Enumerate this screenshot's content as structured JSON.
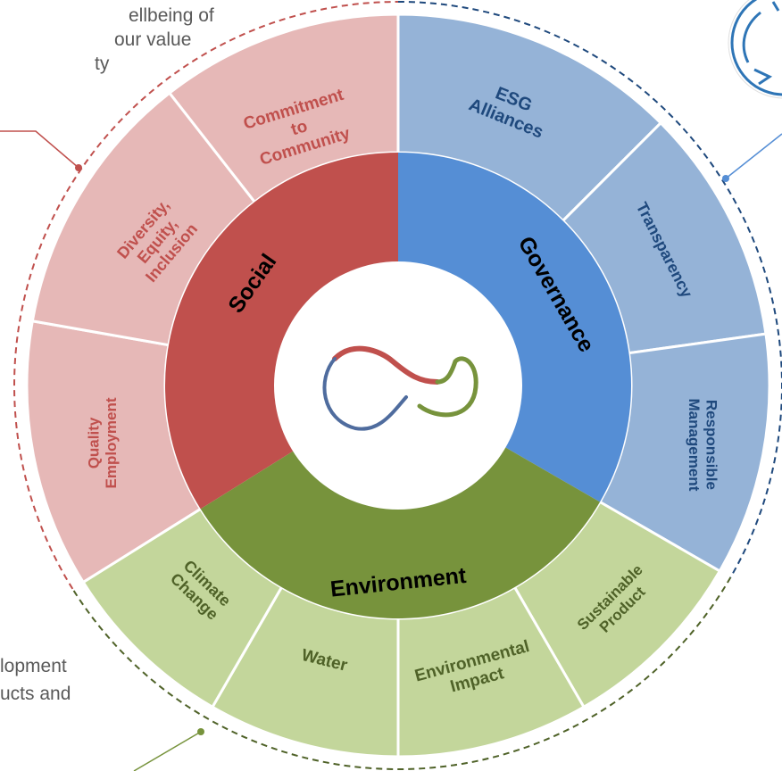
{
  "side_text": {
    "top_left": [
      "ellbeing of",
      "our value",
      "ty"
    ],
    "bottom_left": [
      "lopment",
      "ucts and"
    ]
  },
  "colors": {
    "social_inner": "#C0504D",
    "social_outer": "#E6B8B7",
    "social_text": "#C0504D",
    "governance_inner": "#558ED5",
    "governance_outer": "#95B3D7",
    "governance_text": "#1F497D",
    "environment_inner": "#77933C",
    "environment_outer": "#C3D69B",
    "environment_text": "#4F6228",
    "dashed_social": "#C0504D",
    "dashed_governance": "#1F497D",
    "dashed_environment": "#4F6228",
    "callout_governance": "#558ED5",
    "icon_circle": "#2E75B6"
  },
  "pillars": [
    {
      "id": "governance",
      "label": "Governance"
    },
    {
      "id": "environment",
      "label": "Environment"
    },
    {
      "id": "social",
      "label": "Social"
    }
  ],
  "segments": [
    {
      "id": "esg-alliances",
      "pillar": "governance",
      "lines": [
        "ESG",
        "Alliances"
      ]
    },
    {
      "id": "transparency",
      "pillar": "governance",
      "lines": [
        "Transparency"
      ]
    },
    {
      "id": "responsible-management",
      "pillar": "governance",
      "lines": [
        "Responsible",
        "Management"
      ]
    },
    {
      "id": "sustainable-product",
      "pillar": "environment",
      "lines": [
        "Sustainable",
        "Product"
      ]
    },
    {
      "id": "environmental-impact",
      "pillar": "environment",
      "lines": [
        "Environmental",
        "Impact"
      ]
    },
    {
      "id": "water",
      "pillar": "environment",
      "lines": [
        "Water"
      ]
    },
    {
      "id": "climate-change",
      "pillar": "environment",
      "lines": [
        "Climate",
        "Change"
      ]
    },
    {
      "id": "quality-employment",
      "pillar": "social",
      "lines": [
        "Quality",
        "Employment"
      ]
    },
    {
      "id": "diversity-equity-inclusion",
      "pillar": "social",
      "lines": [
        "Diversity,",
        "Equity,",
        "Inclusion"
      ]
    },
    {
      "id": "commitment-to-community",
      "pillar": "social",
      "lines": [
        "Commitment",
        "to",
        "Community"
      ]
    }
  ],
  "center_logo": "infinity-logo",
  "corner_icon": "recycle-arrows-icon"
}
